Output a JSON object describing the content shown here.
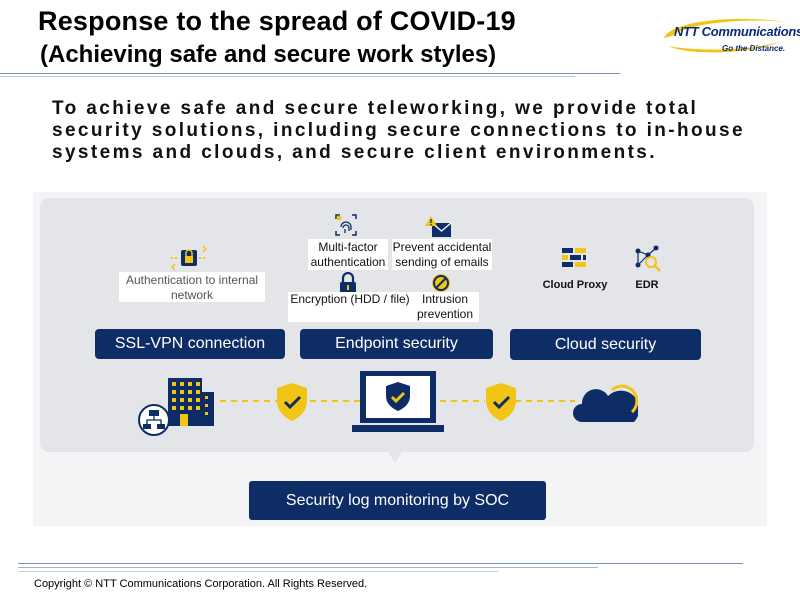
{
  "title": {
    "line1": "Response to the spread of COVID-19",
    "line2": "(Achieving safe and secure work styles)"
  },
  "logo": {
    "name": "NTT Communications",
    "tagline": "Go the Distance."
  },
  "intro": "To achieve safe and secure teleworking, we provide total security solutions, including secure connections to in-house systems and clouds, and secure client environments.",
  "features": {
    "auth_internal": "Authentication to internal network",
    "mfa": "Multi-factor authentication",
    "prevent_email": "Prevent accidental sending of emails",
    "encryption": "Encryption (HDD / file)",
    "intrusion": "Intrusion prevention",
    "cloud_proxy": "Cloud Proxy",
    "edr": "EDR"
  },
  "categories": {
    "ssl_vpn": "SSL-VPN connection",
    "endpoint": "Endpoint security",
    "cloud": "Cloud security"
  },
  "soc": "Security log monitoring by SOC",
  "copyright": "Copyright © NTT Communications Corporation. All Rights Reserved.",
  "colors": {
    "navy": "#0e2d66",
    "yellow": "#f2c413",
    "panel": "#e4e5e8"
  }
}
